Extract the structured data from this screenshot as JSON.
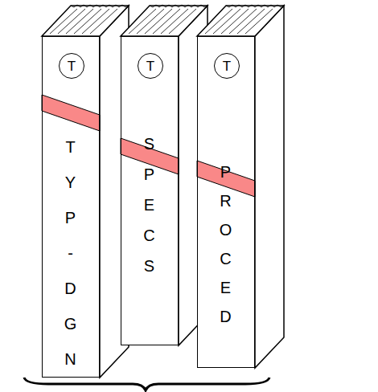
{
  "diagram": {
    "nodes": [
      {
        "text": [
          "TYP-DGN"
        ]
      },
      {
        "text": [
          "T"
        ],
        "in": 0
      },
      {
        "text": [
          "SPECS"
        ]
      },
      {
        "text": [
          "T"
        ],
        "in": 2
      },
      {
        "text": [
          "PROCED"
        ]
      },
      {
        "text": [
          "T"
        ],
        "in": 4
      }
    ]
  }
}
